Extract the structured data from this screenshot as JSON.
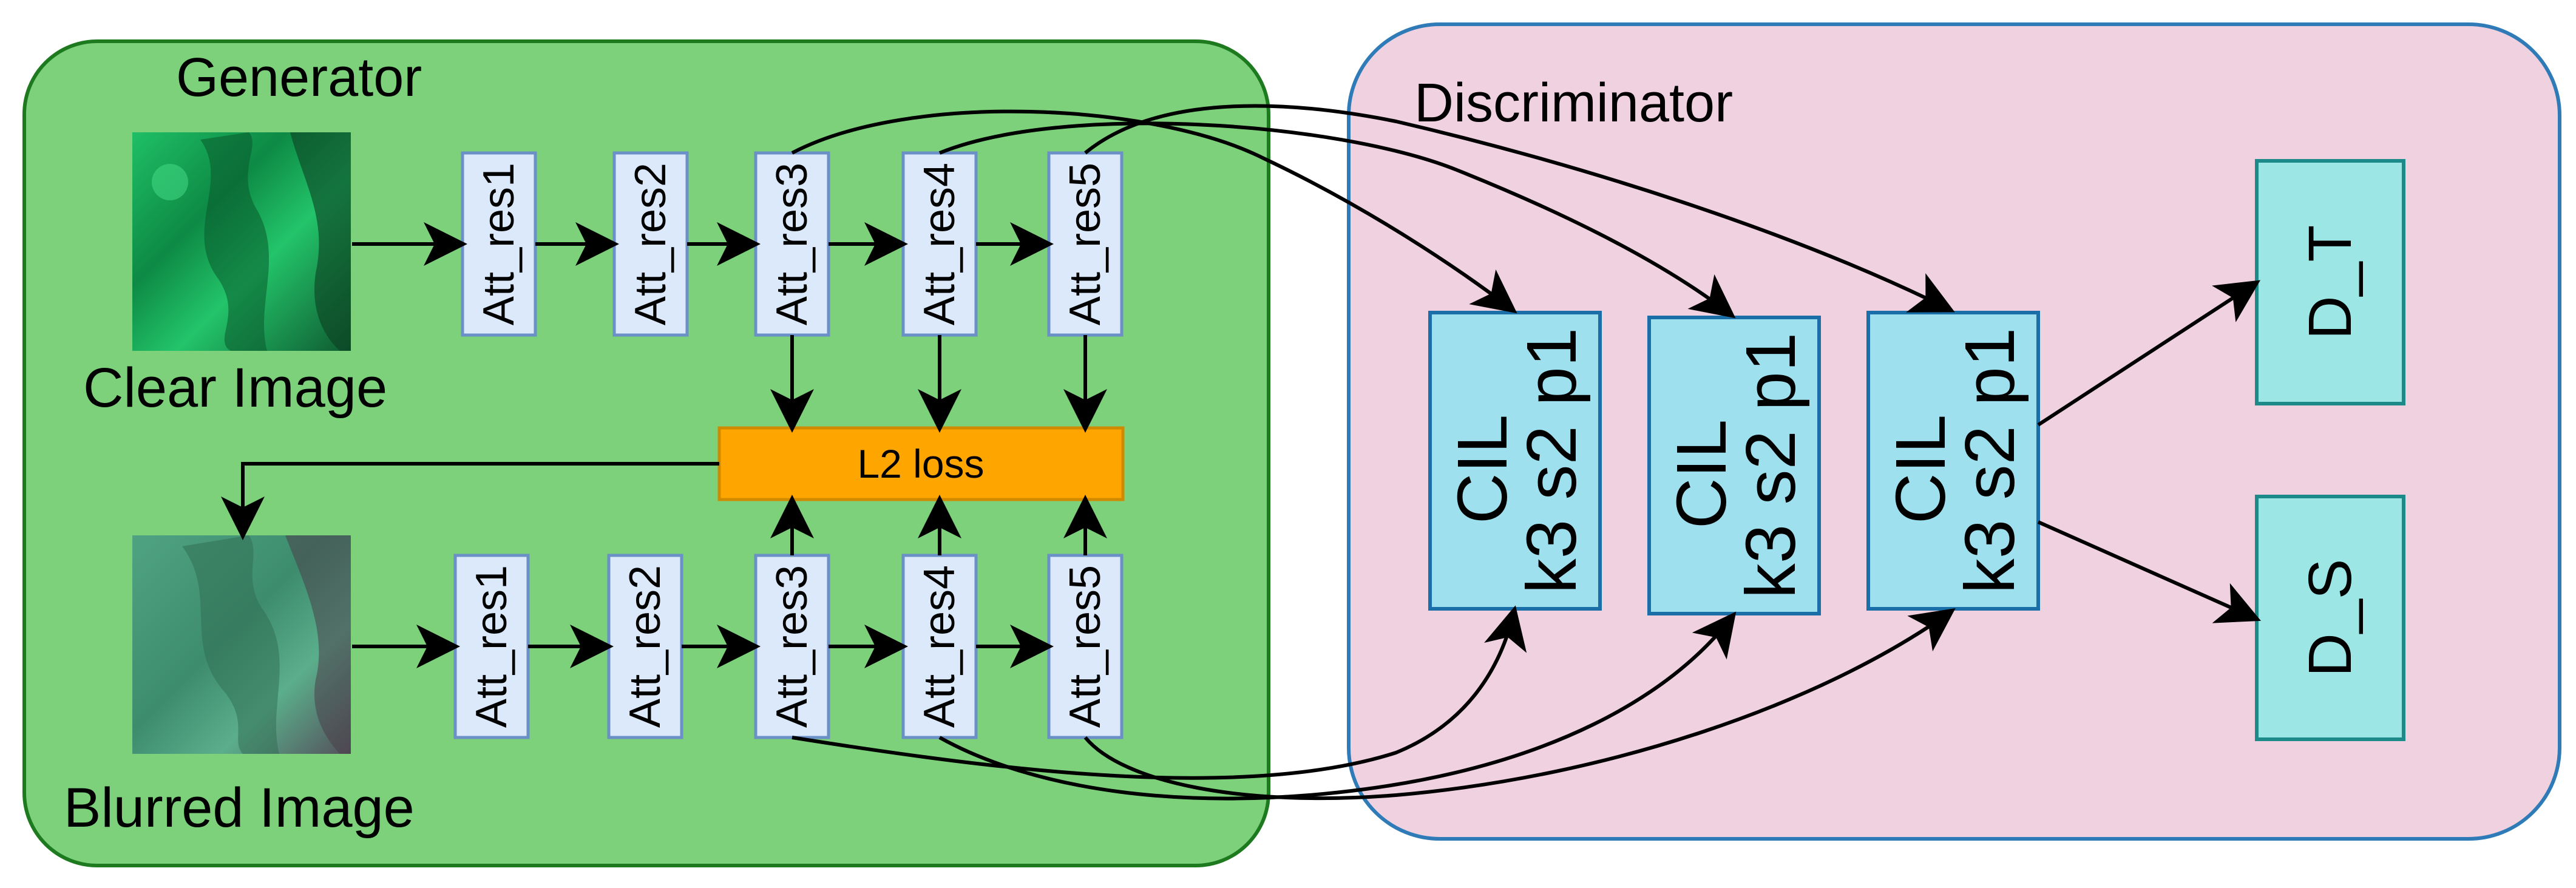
{
  "generator": {
    "title": "Generator",
    "clear_caption": "Clear Image",
    "blurred_caption": "Blurred Image",
    "top_blocks": [
      "Att_res1",
      "Att_res2",
      "Att_res3",
      "Att_res4",
      "Att_res5"
    ],
    "bottom_blocks": [
      "Att_res1",
      "Att_res2",
      "Att_res3",
      "Att_res4",
      "Att_res5"
    ],
    "loss_label": "L2 loss"
  },
  "discriminator": {
    "title": "Discriminator",
    "cil_blocks": [
      {
        "line1": "CIL",
        "line2": "k3 s2 p1"
      },
      {
        "line1": "CIL",
        "line2": "k3 s2 p1"
      },
      {
        "line1": "CIL",
        "line2": "k3 s2 p1"
      }
    ],
    "outputs": [
      "D_T",
      "D_S"
    ]
  },
  "colors": {
    "generator_fill": "#7cd17a",
    "generator_stroke": "#1e7a1e",
    "discriminator_fill": "#efd1e0",
    "discriminator_stroke": "#2e7bb8",
    "att_fill": "#dbe9fb",
    "att_stroke": "#6b8fc7",
    "loss_fill": "#ffa500",
    "loss_stroke": "#d08a00",
    "cil_fill": "#9fe0ef",
    "cil_stroke": "#1a6fa8",
    "out_fill": "#9de6e6",
    "out_stroke": "#1d8a8a"
  }
}
